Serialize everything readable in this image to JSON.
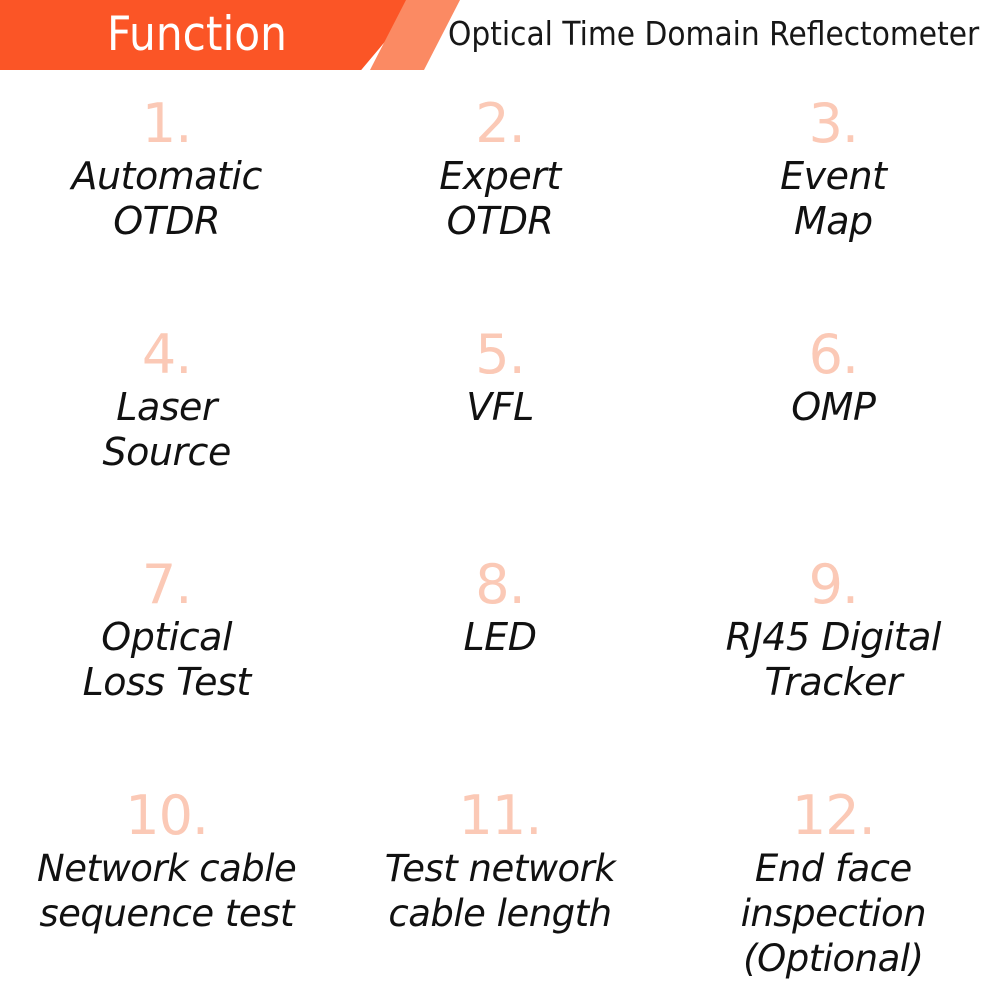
{
  "header": {
    "title": "Function",
    "subtitle": "Optical Time Domain Reflectometer",
    "bar_color": "#FB5526",
    "accent_color": "#FB8A63",
    "title_color": "#FFFFFF",
    "subtitle_color": "#171717"
  },
  "theme": {
    "background": "#FFFFFF",
    "number_color": "#FBC9B6",
    "label_color": "#111111"
  },
  "features": [
    {
      "number": "1.",
      "label": "Automatic\nOTDR"
    },
    {
      "number": "2.",
      "label": "Expert\nOTDR"
    },
    {
      "number": "3.",
      "label": "Event\nMap"
    },
    {
      "number": "4.",
      "label": "Laser\nSource"
    },
    {
      "number": "5.",
      "label": "VFL"
    },
    {
      "number": "6.",
      "label": "OMP"
    },
    {
      "number": "7.",
      "label": "Optical\nLoss Test"
    },
    {
      "number": "8.",
      "label": "LED"
    },
    {
      "number": "9.",
      "label": "RJ45 Digital\nTracker"
    },
    {
      "number": "10.",
      "label": "Network cable\nsequence test"
    },
    {
      "number": "11.",
      "label": "Test network\ncable length"
    },
    {
      "number": "12.",
      "label": "End face\ninspection\n(Optional)"
    }
  ]
}
